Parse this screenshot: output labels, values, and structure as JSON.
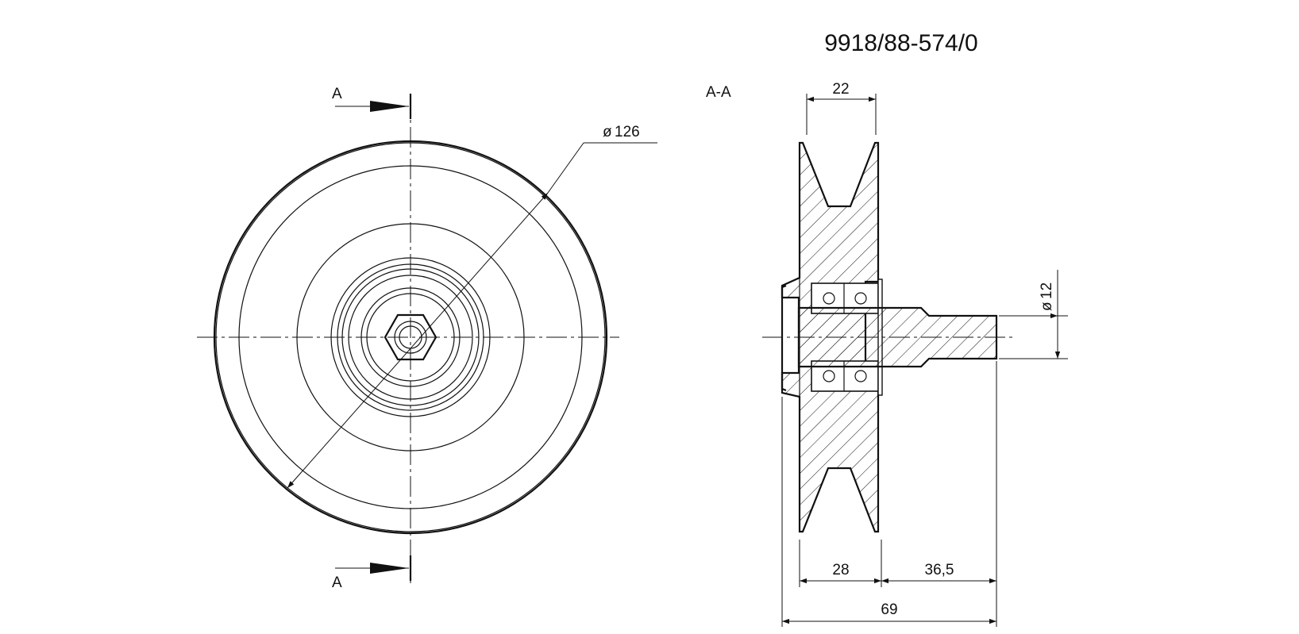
{
  "drawing": {
    "part_number": "9918/88-574/0",
    "section_marker_top": "A",
    "section_marker_bottom": "A",
    "section_title": "A-A",
    "dimensions": {
      "outer_diameter": "126",
      "pulley_width": "22",
      "hub_width": "28",
      "shaft_protrusion": "36,5",
      "overall_length": "69",
      "shaft_diameter": "12"
    },
    "diameter_symbol": "ø",
    "colors": {
      "line": "#111111",
      "background": "#ffffff"
    }
  }
}
